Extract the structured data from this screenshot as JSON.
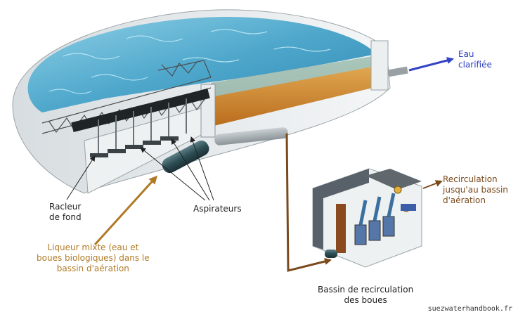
{
  "labels": {
    "eau_clarifiee": [
      "Eau",
      "clarifiée"
    ],
    "recirculation_aeration": [
      "Recirculation",
      "jusqu'au bassin",
      "d'aération"
    ],
    "racleur": [
      "Racleur",
      "de fond"
    ],
    "aspirateurs": "Aspirateurs",
    "liqueur_mixte": [
      "Liqueur mixte (eau et",
      "boues biologiques) dans le",
      "bassin d'aération"
    ],
    "bassin_recirculation": [
      "Bassin de recirculation",
      "des boues"
    ]
  },
  "watermark": "suezwaterhandbook.fr",
  "colors": {
    "clarified_arrow": "#3343c6",
    "sludge_flow": "#7a4a1c",
    "feed_arrow": "#b07a25",
    "water": "#5fb3d3"
  }
}
